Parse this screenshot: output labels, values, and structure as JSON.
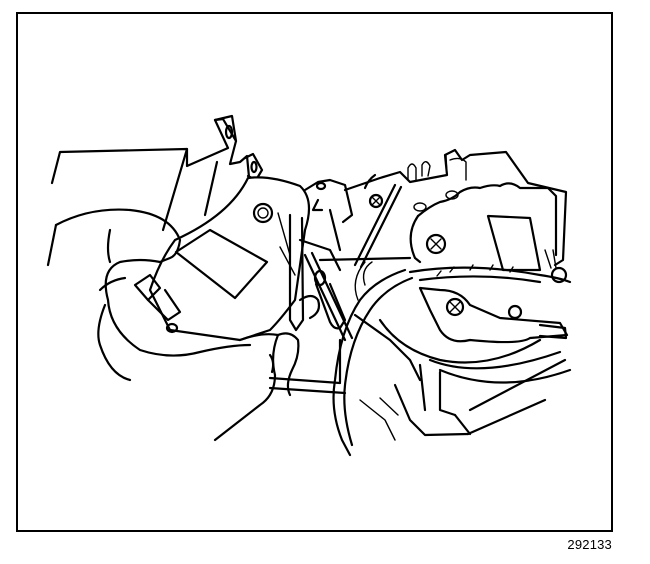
{
  "figure": {
    "caption_id": "292133",
    "description": "Line illustration: hands removing an actuator and its linkage from an HVAC module",
    "colors": {
      "line": "#000000",
      "background": "#ffffff"
    },
    "components": [
      "hand-left",
      "hand-right",
      "actuator",
      "actuator-screw",
      "electrical-connector",
      "linkage-rod",
      "door-lever",
      "hvac-module-housing",
      "mounting-bracket",
      "mounting-screws",
      "wiring-harness",
      "blower-scroll"
    ]
  }
}
